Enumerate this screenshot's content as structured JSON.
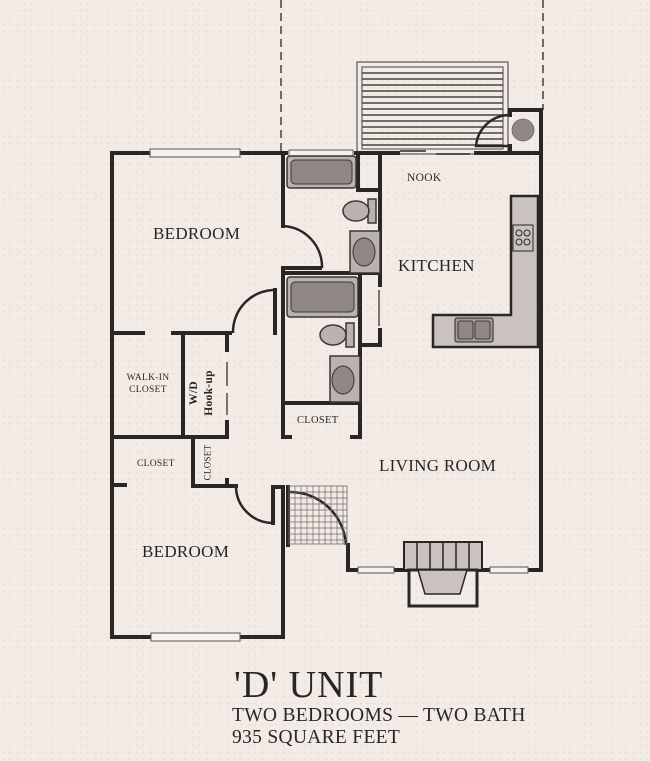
{
  "plan": {
    "unit_name": "'D' UNIT",
    "subtitle": "TWO BEDROOMS — TWO BATH",
    "area": "935 SQUARE FEET"
  },
  "rooms": {
    "bedroom_top": "BEDROOM",
    "bedroom_bottom": "BEDROOM",
    "nook": "NOOK",
    "kitchen": "KITCHEN",
    "living_room": "LIVING ROOM",
    "walk_in_closet_line1": "WALK-IN",
    "walk_in_closet_line2": "CLOSET",
    "wd_line1": "W/D",
    "wd_line2": "Hook-up",
    "closet_bath": "CLOSET",
    "closet_bedroom": "CLOSET",
    "closet_hall": "CLOSET"
  },
  "colors": {
    "paper": "#f3ece6",
    "ink": "#2b2624",
    "fixture_fill": "#b9b2ae"
  }
}
